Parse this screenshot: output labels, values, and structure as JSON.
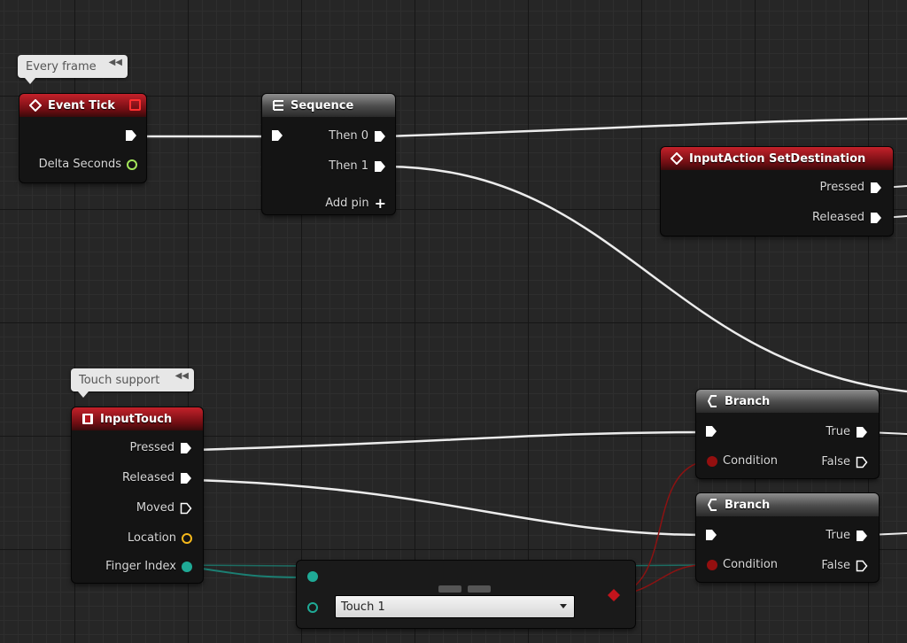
{
  "colors": {
    "event_header": "#b2151d",
    "function_header": "#5a5a5a",
    "exec_wire": "#ffffff",
    "int_pin": "#1faa96",
    "bool_pin": "#940f0f",
    "float_pin": "#a3e65a",
    "vector_pin": "#f5b81b"
  },
  "comments": [
    {
      "text": "Every frame"
    },
    {
      "text": "Touch support"
    }
  ],
  "event_tick": {
    "title": "Event Tick",
    "delta_seconds": "Delta Seconds"
  },
  "sequence": {
    "title": "Sequence",
    "then0": "Then 0",
    "then1": "Then 1",
    "add_pin": "Add pin"
  },
  "input_action": {
    "title": "InputAction SetDestination",
    "pressed": "Pressed",
    "released": "Released"
  },
  "input_touch": {
    "title": "InputTouch",
    "pressed": "Pressed",
    "released": "Released",
    "moved": "Moved",
    "location": "Location",
    "finger_index": "Finger Index"
  },
  "branch1": {
    "title": "Branch",
    "condition": "Condition",
    "true_label": "True",
    "false_label": "False"
  },
  "branch2": {
    "title": "Branch",
    "condition": "Condition",
    "true_label": "True",
    "false_label": "False"
  },
  "equal_enum": {
    "dropdown_value": "Touch 1"
  }
}
